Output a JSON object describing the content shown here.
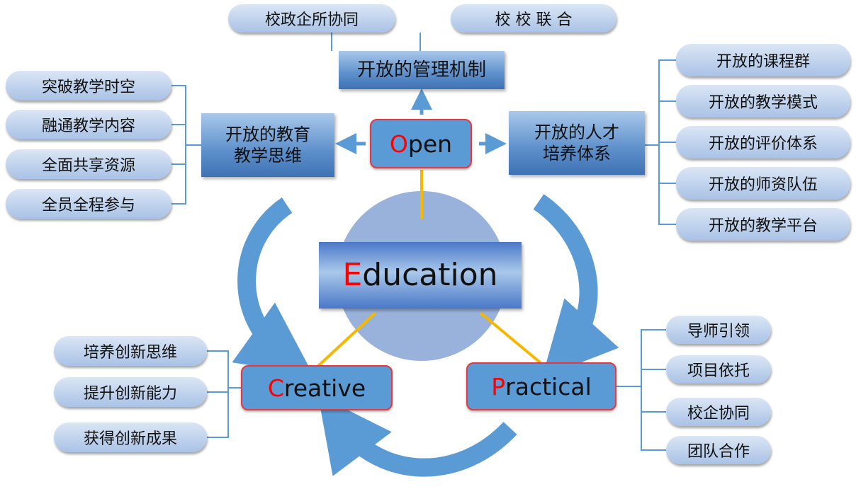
{
  "top_pills": [
    "校政企所协同",
    "校 校 联 合"
  ],
  "mgmt": "开放的管理机制",
  "teach": [
    "开放的教育",
    "教学思维"
  ],
  "talent": [
    "开放的人才",
    "培养体系"
  ],
  "left_pills": [
    "突破教学时空",
    "融通教学内容",
    "全面共享资源",
    "全员全程参与"
  ],
  "right_pills": [
    "开放的课程群",
    "开放的教学模式",
    "开放的评价体系",
    "开放的师资队伍",
    "开放的教学平台"
  ],
  "open": {
    "first": "O",
    "rest": "pen"
  },
  "education": {
    "first": "E",
    "rest": "ducation"
  },
  "creative": {
    "first": "C",
    "rest": "reative"
  },
  "practical": {
    "first": "P",
    "rest": "ractical"
  },
  "creative_pills": [
    "培养创新思维",
    "提升创新能力",
    "获得创新成果"
  ],
  "practical_pills": [
    "导师引领",
    "项目依托",
    "校企协同",
    "团队合作"
  ],
  "colors": {
    "accent": "#5b9bd5",
    "highlight": "#ff0000",
    "connector": "#f5b800"
  }
}
